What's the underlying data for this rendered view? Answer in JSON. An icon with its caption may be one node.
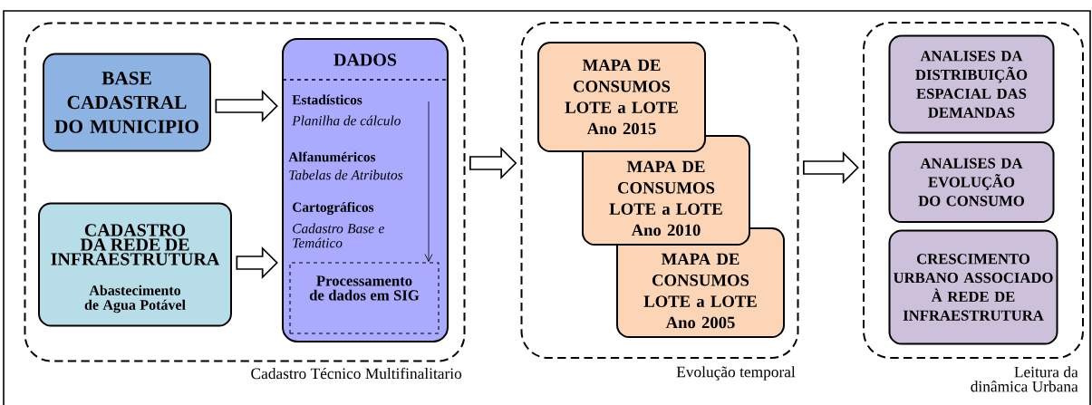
{
  "diagram": {
    "nodes": [
      {
        "text": [
          "Cadastro Técnico Multifinalitario"
        ]
      },
      {
        "text": [
          "BASE CADASTRAL DO MUNICIPIO"
        ],
        "in": 0
      },
      {
        "text": [
          "CADASTRO DA REDE DE INFRAESTRUTURA",
          "Abastecimento de Agua Potável"
        ],
        "in": 0
      },
      {
        "text": [
          "DADOS",
          "Estadísticos",
          "Planilha de cálculo",
          "Alfanuméricos",
          "Tabelas de Atributos",
          "Cartográficos",
          "Cadastro Base e Temático"
        ],
        "in": 0
      },
      {
        "text": [
          "Processamento de dados em SIG"
        ],
        "in": 3
      },
      {
        "text": [
          "Evolução temporal"
        ]
      },
      {
        "text": [
          "MAPA DE CONSUMOS LOTE a LOTE Ano 2015"
        ],
        "in": 5
      },
      {
        "text": [
          "MAPA DE CONSUMOS LOTE a LOTE Ano 2010"
        ],
        "in": 5
      },
      {
        "text": [
          "MAPA DE CONSUMOS LOTE a LOTE Ano 2005"
        ],
        "in": 5
      },
      {
        "text": [
          "Leitura da dinâmica Urbana"
        ]
      },
      {
        "text": [
          "ANALISES DA DISTRIBUIÇÃO ESPACIAL DAS DEMANDAS"
        ],
        "in": 9
      },
      {
        "text": [
          "ANALISES DA EVOLUÇÃO DO CONSUMO"
        ],
        "in": 9
      },
      {
        "text": [
          "CRESCIMENTO URBANO ASSOCIADO À REDE DE INFRAESTRUTURA"
        ],
        "in": 9
      }
    ],
    "edges": [
      {
        "from": 1,
        "to": 3,
        "arrow": "to"
      },
      {
        "from": 2,
        "to": 3,
        "arrow": "to"
      },
      {
        "from": 0,
        "to": 5,
        "arrow": "to"
      },
      {
        "from": 5,
        "to": 9,
        "arrow": "to"
      },
      {
        "from": null,
        "to": 4,
        "arrow": "to"
      }
    ]
  }
}
